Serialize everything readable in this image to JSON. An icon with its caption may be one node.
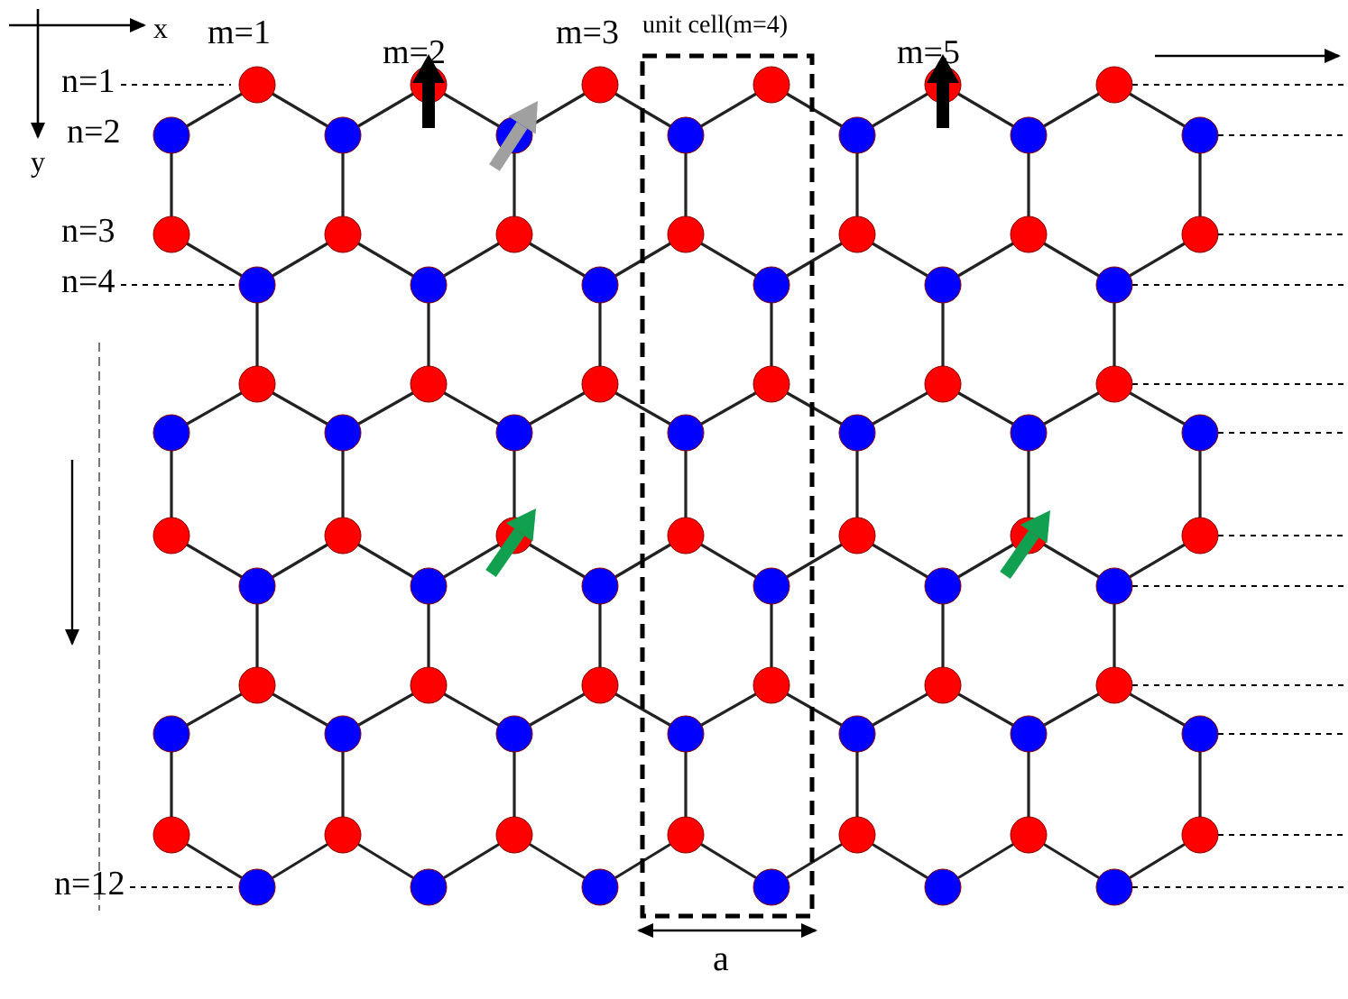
{
  "diagram": {
    "nodes": [
      {
        "text": [
          "n=1"
        ]
      },
      {
        "text": [
          "n=4"
        ]
      },
      {
        "text": [
          "n=12"
        ]
      }
    ],
    "edges": [
      {
        "from": 0,
        "to": null,
        "arrow": "none",
        "style": "dashed"
      },
      {
        "from": 1,
        "to": null,
        "arrow": "none",
        "style": "dashed"
      },
      {
        "from": 2,
        "to": null,
        "arrow": "none",
        "style": "dashed"
      }
    ],
    "labels": [
      "x",
      "m=1",
      "m=2",
      "m=3",
      "unit cell(m=4)",
      "m=5",
      "n=2",
      "y",
      "n=3",
      "a"
    ]
  }
}
